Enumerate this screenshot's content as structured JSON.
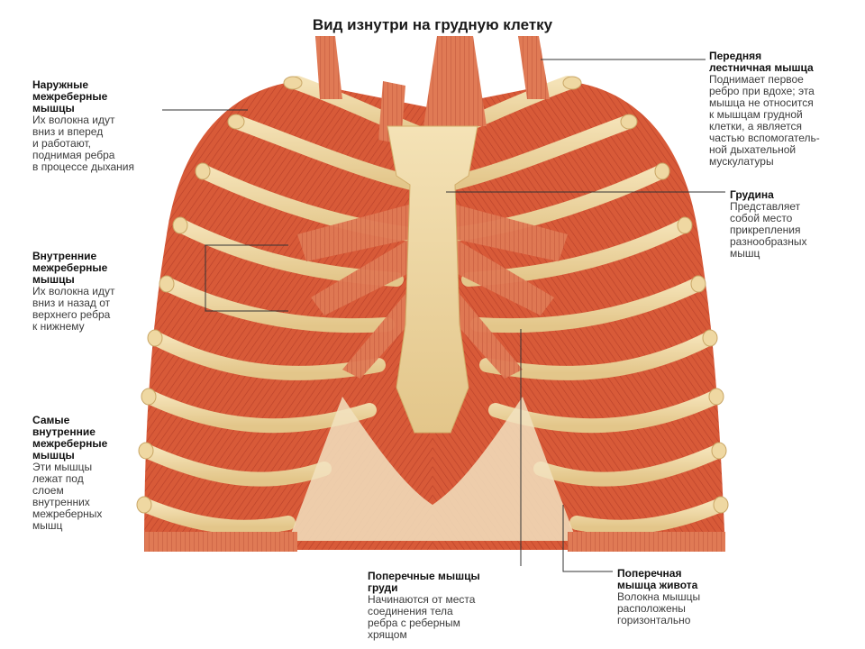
{
  "title": "Вид изнутри на грудную клетку",
  "colors": {
    "muscle": "#d85a38",
    "muscle_dark": "#b8402a",
    "bone": "#efd8a2",
    "bone_edge": "#d9b878",
    "leader_line": "#333333"
  },
  "callouts": {
    "external_intercostal": {
      "head": "Наружные\nмежреберные\nмышцы",
      "desc": "Их волокна идут\nвниз и вперед\nи работают,\nподнимая ребра\nв процессе дыхания"
    },
    "internal_intercostal": {
      "head": "Внутренние\nмежреберные\nмышцы",
      "desc": "Их волокна идут\nвниз и назад от\nверхнего ребра\nк нижнему"
    },
    "innermost_intercostal": {
      "head": "Самые\nвнутренние\nмежреберные\nмышцы",
      "desc": "Эти мышцы\nлежат под\nслоем\nвнутренних\nмежреберных\nмышц"
    },
    "anterior_scalene": {
      "head": "Передняя\nлестничная мышца",
      "desc": "Поднимает первое\nребро при вдохе; эта\nмышца не относится\nк мышцам грудной\nклетки, а является\nчастью вспомогатель-\nной дыхательной\nмускулатуры"
    },
    "sternum": {
      "head": "Грудина",
      "desc": "Представляет\nсобой место\nприкрепления\nразнообразных\nмышц"
    },
    "transversus_thoracis": {
      "head": "Поперечные мышцы\nгруди",
      "desc": "Начинаются от места\nсоединения тела\nребра с реберным\nхрящом"
    },
    "transversus_abdominis": {
      "head": "Поперечная\nмышца живота",
      "desc": "Волокна мышцы\nрасположены\nгоризонтально"
    }
  }
}
